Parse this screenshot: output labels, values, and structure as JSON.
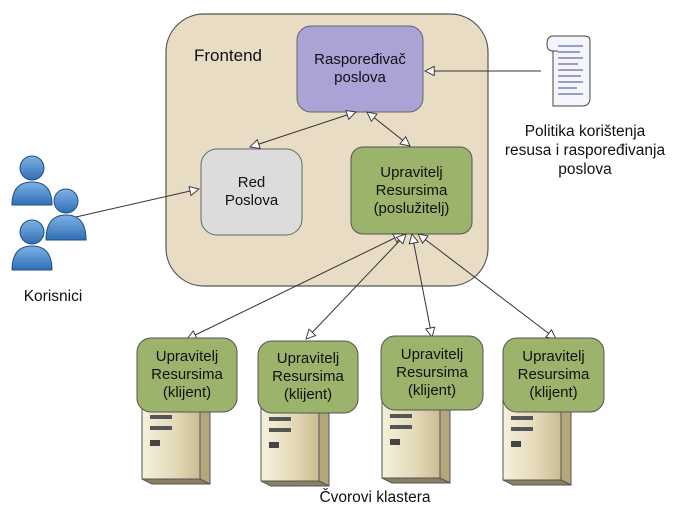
{
  "frontend": {
    "title": "Frontend"
  },
  "scheduler": {
    "line1": "Raspoređivač",
    "line2": "poslova"
  },
  "queue": {
    "line1": "Red",
    "line2": "Poslova"
  },
  "server_manager": {
    "line1": "Upravitelj",
    "line2": "Resursima",
    "line3": "(poslužitelj)"
  },
  "policy": {
    "line1": "Politika korištenja",
    "line2": "resusa i raspoređivanja",
    "line3": "poslova"
  },
  "users": {
    "label": "Korisnici"
  },
  "client_managers": [
    {
      "line1": "Upravitelj",
      "line2": "Resursima",
      "line3": "(klijent)"
    },
    {
      "line1": "Upravitelj",
      "line2": "Resursima",
      "line3": "(klijent)"
    },
    {
      "line1": "Upravitelj",
      "line2": "Resursima",
      "line3": "(klijent)"
    },
    {
      "line1": "Upravitelj",
      "line2": "Resursima",
      "line3": "(klijent)"
    }
  ],
  "cluster": {
    "label": "Čvorovi klastera"
  },
  "colors": {
    "frontend_fill": "#e8dcc4",
    "scheduler_fill": "#a9a3d6",
    "queue_fill": "#dcdcdc",
    "manager_fill": "#9cb36b",
    "server_body": "#e9e1c6"
  }
}
